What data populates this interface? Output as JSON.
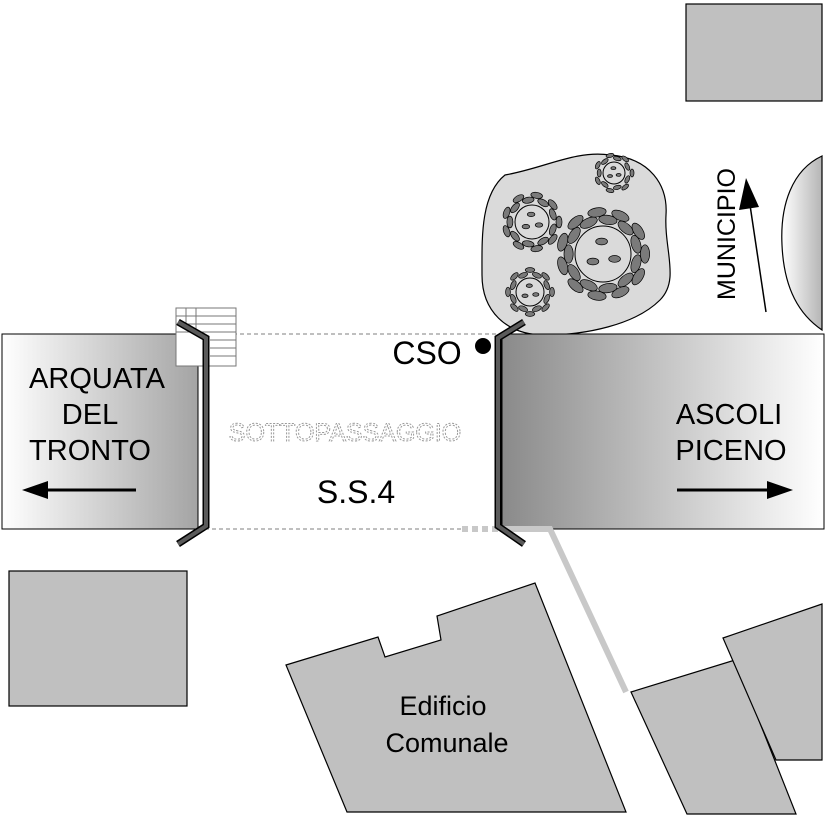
{
  "labels": {
    "west_line1": "ARQUATA",
    "west_line2": "DEL",
    "west_line3": "TRONTO",
    "east_line1": "ASCOLI",
    "east_line2": "PICENO",
    "underpass": "SOTTOPASSAGGIO",
    "road": "S.S.4",
    "point": "CSO",
    "municipio": "MUNICIPIO",
    "building_line1": "Edificio",
    "building_line2": "Comunale"
  },
  "colors": {
    "building": "#c0c0c0",
    "park": "#dadada",
    "road_gradient_light": "#ffffff",
    "road_gradient_dark": "#8c8c8c",
    "wall": "#4a4a4a",
    "path": "#c8c8c8",
    "tree": "#7a7a7a"
  }
}
